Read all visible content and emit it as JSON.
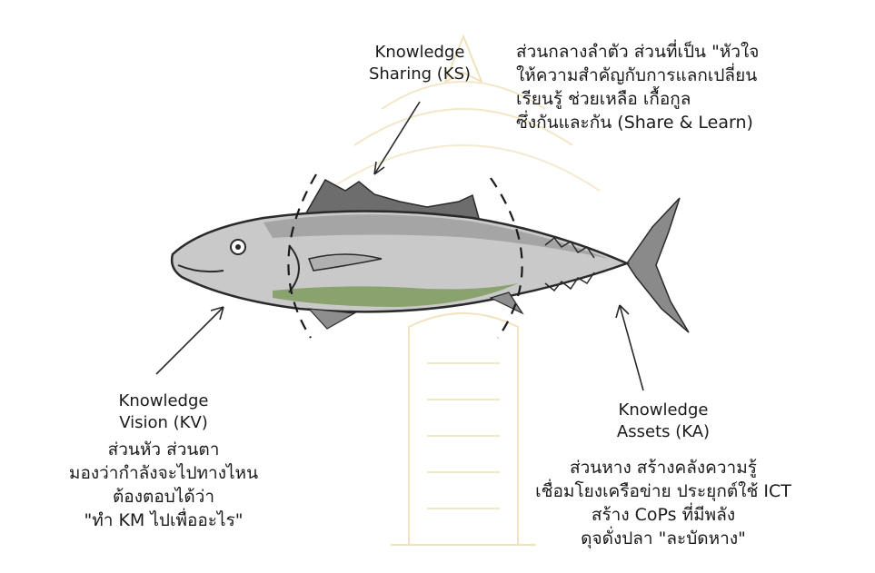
{
  "sections": {
    "ks": {
      "title_lines": [
        "Knowledge",
        "Sharing (KS)"
      ],
      "desc_lines": [
        "ส่วนกลางลำตัว ส่วนที่เป็น \"หัวใจ",
        "ให้ความสำคัญกับการแลกเปลี่ยน",
        "เรียนรู้ ช่วยเหลือ เกื้อกูล",
        "ซึ่งกันและกัน (Share & Learn)"
      ]
    },
    "kv": {
      "title_lines": [
        "Knowledge",
        "Vision (KV)"
      ],
      "desc_lines": [
        "ส่วนหัว ส่วนตา",
        "มองว่ากำลังจะไปทางไหน",
        "ต้องตอบได้ว่า",
        "\"ทำ KM ไปเพื่ออะไร\""
      ]
    },
    "ka": {
      "title_lines": [
        "Knowledge",
        "Assets (KA)"
      ],
      "desc_lines": [
        "ส่วนหาง สร้างคลังความรู้",
        "เชื่อมโยงเครือข่าย ประยุกต์ใช้ ICT",
        "สร้าง CoPs ที่มีพลัง",
        "ดุจดั่งปลา \"ละบัดหาง\""
      ]
    }
  },
  "colors": {
    "fish_body": "#c9c9c9",
    "fish_dark": "#3a3a3a",
    "fin": "#6d6d6d",
    "belly_green": "#7f9b5e",
    "watermark": "#f3e7c7"
  },
  "icons": [
    "fish-illustration",
    "arrow-ks",
    "arrow-kv",
    "arrow-ka",
    "dashed-divider-left",
    "dashed-divider-right",
    "watermark-emblem"
  ]
}
